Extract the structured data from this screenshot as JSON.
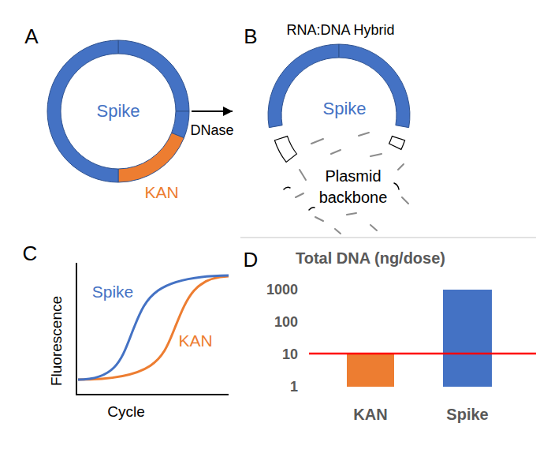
{
  "diagram": {
    "nodes": [
      {
        "text": [
          "Spike"
        ]
      },
      {
        "text": [
          "RNA:DNA Hybrid",
          "Spike"
        ]
      }
    ],
    "edges": [
      {
        "from": 0,
        "to": 1,
        "label": "DNase",
        "arrow": "to"
      }
    ],
    "labels": [
      "A",
      "KAN",
      "B",
      "Plasmid backbone",
      "C",
      "Spike",
      "KAN",
      "Fluorescence",
      "Cycle",
      "D",
      "Total DNA (ng/dose)",
      "1000",
      "100",
      "10",
      "1",
      "KAN",
      "Spike"
    ]
  }
}
